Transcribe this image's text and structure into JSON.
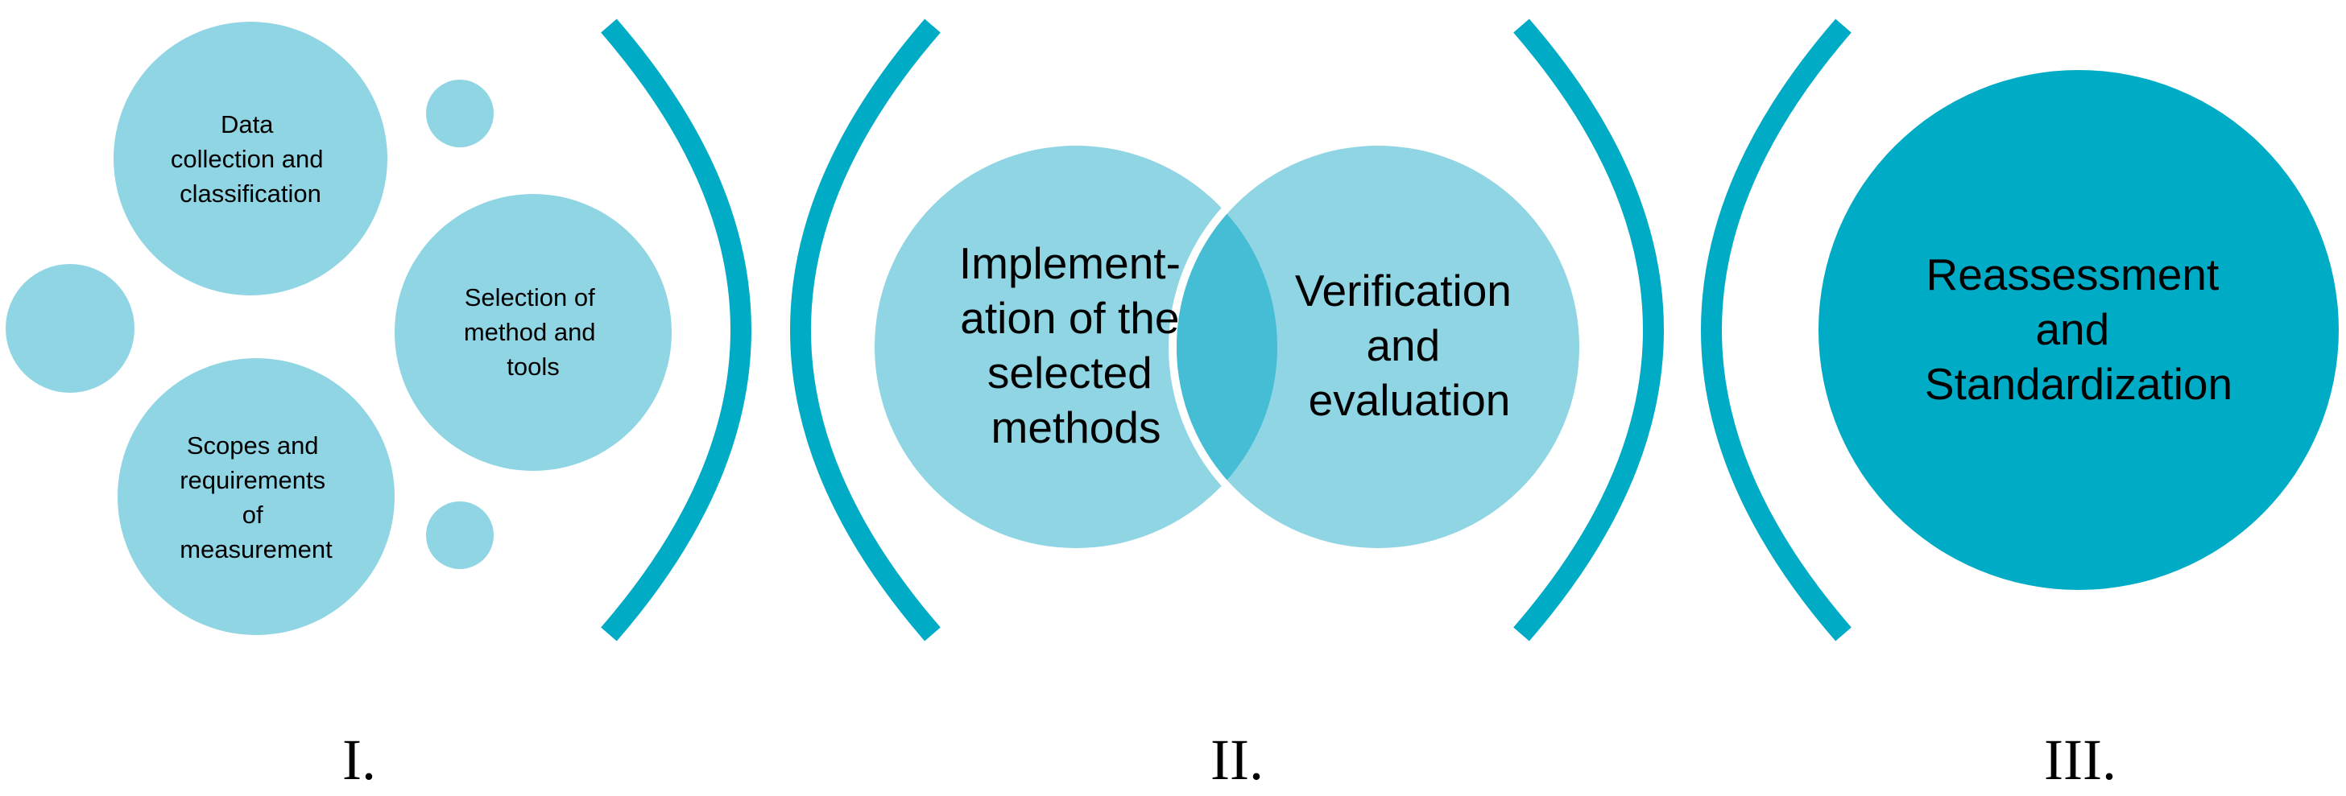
{
  "colors": {
    "light": "#8FD5E3",
    "overlap": "#45BDD5",
    "dark": "#00ABC6",
    "bracket": "#00ABC6"
  },
  "stage1": {
    "circle_top": {
      "lines": [
        "Data",
        "collection and",
        "classification"
      ]
    },
    "circle_middle": {
      "lines": [
        "Selection of",
        "method and",
        "tools"
      ]
    },
    "circle_bottom": {
      "lines": [
        "Scopes and",
        "requirements",
        "of",
        "measurement"
      ]
    },
    "numeral": "I."
  },
  "stage2": {
    "circle_left": {
      "lines": [
        "Implement-",
        "ation of the",
        "selected",
        "methods"
      ]
    },
    "circle_right": {
      "lines": [
        "Verification",
        "and",
        "evaluation"
      ]
    },
    "numeral": "II."
  },
  "stage3": {
    "circle": {
      "lines": [
        "Reassessment",
        "and",
        "Standardization"
      ]
    },
    "numeral": "III."
  }
}
